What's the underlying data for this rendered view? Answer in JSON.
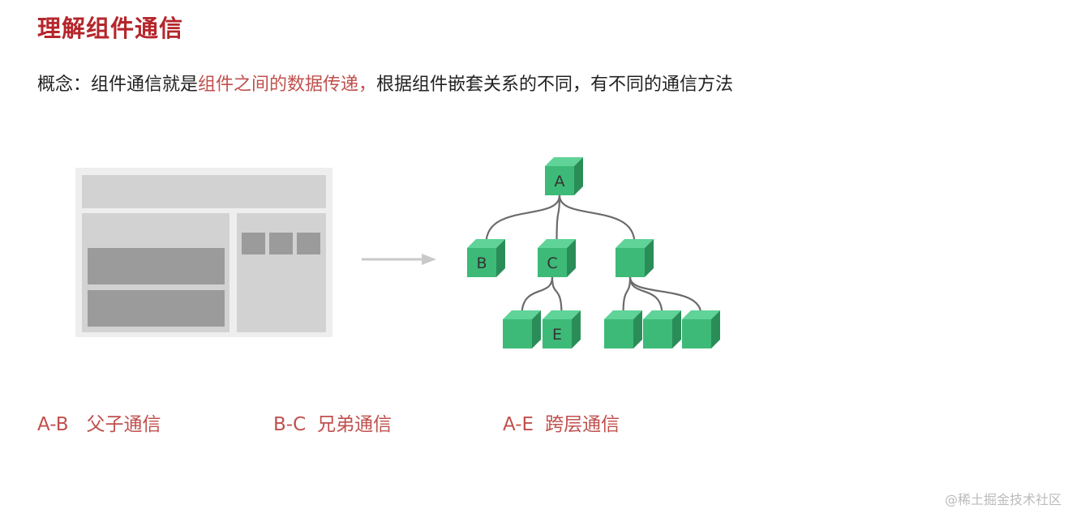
{
  "title": "理解组件通信",
  "concept": {
    "prefix": "概念：组件通信就是",
    "highlight": "组件之间的数据传递，",
    "suffix": "根据组件嵌套关系的不同，有不同的通信方法"
  },
  "tree": {
    "nodes": [
      {
        "id": "a",
        "label": "A"
      },
      {
        "id": "b",
        "label": "B"
      },
      {
        "id": "c",
        "label": "C"
      },
      {
        "id": "r",
        "label": ""
      },
      {
        "id": "d",
        "label": ""
      },
      {
        "id": "e",
        "label": "E"
      },
      {
        "id": "f",
        "label": ""
      },
      {
        "id": "g",
        "label": ""
      },
      {
        "id": "h",
        "label": ""
      }
    ],
    "edges": [
      [
        "a",
        "b"
      ],
      [
        "a",
        "c"
      ],
      [
        "a",
        "r"
      ],
      [
        "c",
        "d"
      ],
      [
        "c",
        "e"
      ],
      [
        "r",
        "f"
      ],
      [
        "r",
        "g"
      ],
      [
        "r",
        "h"
      ]
    ],
    "colors": {
      "front": "#3dba78",
      "top": "#5fd398",
      "side": "#2a8d58",
      "edge": "#6b6b6b",
      "label": "#333333"
    }
  },
  "communication": [
    {
      "pair": "A-B",
      "type": "父子通信"
    },
    {
      "pair": "B-C",
      "type": "兄弟通信"
    },
    {
      "pair": "A-E",
      "type": "跨层通信"
    }
  ],
  "watermark": "@稀土掘金技术社区"
}
